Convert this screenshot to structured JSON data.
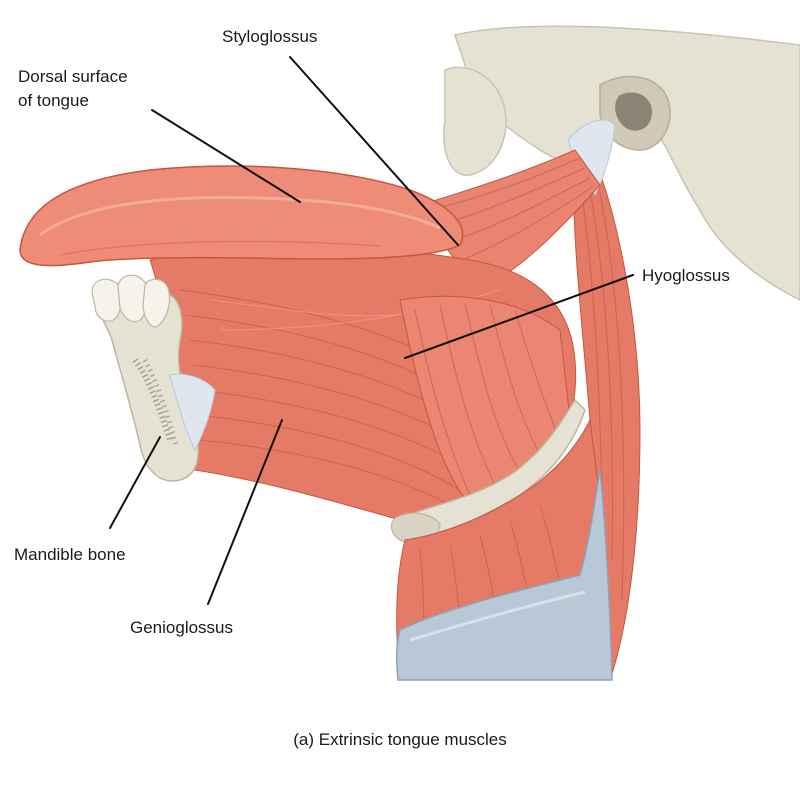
{
  "labels": {
    "styloglossus": "Styloglossus",
    "dorsal_surface_line1": "Dorsal surface",
    "dorsal_surface_line2": "of tongue",
    "hyoglossus": "Hyoglossus",
    "mandible_bone": "Mandible bone",
    "genioglossus": "Genioglossus"
  },
  "caption": "(a) Extrinsic tongue muscles",
  "colors": {
    "muscle": "#e57a66",
    "muscle_light": "#f29a86",
    "muscle_dark": "#c4573f",
    "bone": "#e6e2d3",
    "bone_shade": "#cfc9b6",
    "cartilage": "#b9c8d6",
    "tendon": "#dfe6ef"
  }
}
